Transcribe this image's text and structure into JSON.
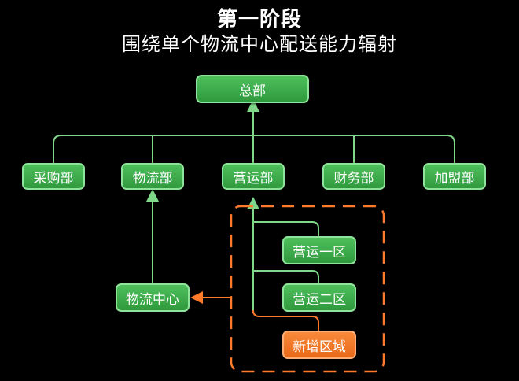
{
  "header": {
    "title": "第一阶段",
    "subtitle": "围绕单个物流中心配送能力辐射"
  },
  "nodes": {
    "hq": "总部",
    "purchasing": "采购部",
    "logistics": "物流部",
    "operations": "营运部",
    "finance": "财务部",
    "franchise": "加盟部",
    "logistics_center": "物流中心",
    "ops_zone_1": "营运一区",
    "ops_zone_2": "营运二区",
    "new_zone": "新增区域"
  },
  "colors": {
    "background": "#000000",
    "node_green": "#3aa84a",
    "node_green_border": "#8fe39a",
    "node_orange": "#f07a28",
    "line_green": "#7fd88a",
    "line_orange": "#ff7a2a"
  }
}
